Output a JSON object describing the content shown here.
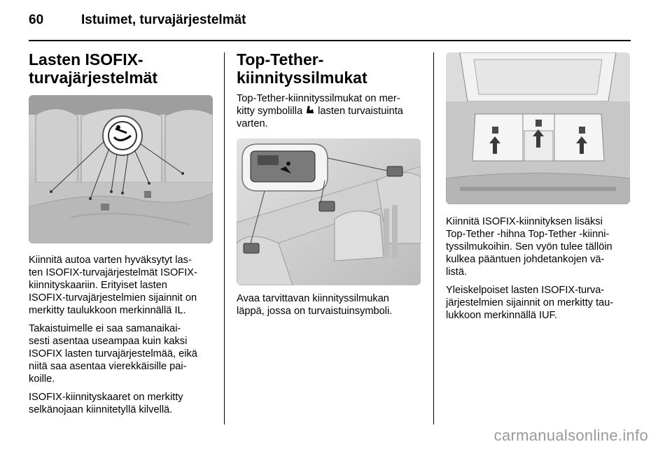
{
  "header": {
    "page_number": "60",
    "title": "Istuimet, turvajärjestelmät"
  },
  "col1": {
    "heading": "Lasten ISOFIX-\nturvajärjestelmät",
    "p1": "Kiinnitä autoa varten hyväksytyt las-\nten ISOFIX-turvajärjestelmät ISOFIX-\nkiinnityskaariin. Erityiset lasten\nISOFIX-turvajärjestelmien sijainnit on\nmerkitty taulukkoon merkinnällä IL.",
    "p2": "Takaistuimelle ei saa samanaikai-\nsesti asentaa useampaa kuin kaksi\nISOFIX lasten turvajärjestelmää, eikä\nniitä saa asentaa vierekkäisille pai-\nkoille.",
    "p3": "ISOFIX-kiinnityskaaret on merkitty\nselkänojaan kiinnitetyllä kilvellä."
  },
  "col2": {
    "heading": "Top-Tether-\nkiinnityssilmukat",
    "intro_a": "Top-Tether-kiinnityssilmukat on mer-\nkitty symbolilla ",
    "intro_b": " lasten turvaistuinta\nvarten.",
    "p1": "Avaa tarvittavan kiinnityssilmukan\nläppä, jossa on turvaistuinsymboli."
  },
  "col3": {
    "p1": "Kiinnitä ISOFIX-kiinnityksen lisäksi\nTop-Tether -hihna Top-Tether -kiinni-\ntyssilmukoihin. Sen vyön tulee tällöin\nkulkea pääntuen johdetankojen vä-\nlistä.",
    "p2": "Yleiskelpoiset lasten ISOFIX-turva-\njärjestelmien sijainnit on merkitty tau-\nlukkoon merkinnällä IUF."
  },
  "footer": {
    "watermark": "carmanualsonline.info"
  }
}
